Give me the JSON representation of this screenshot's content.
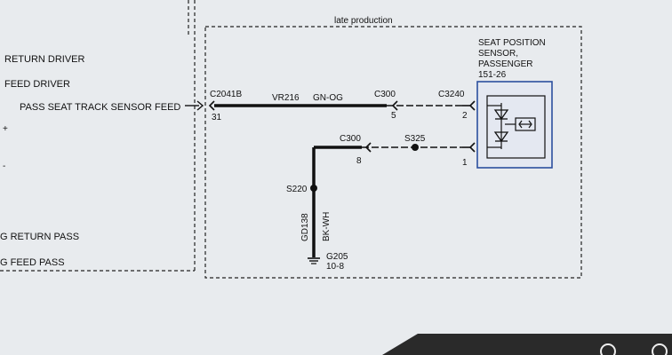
{
  "diagram": {
    "region_label": "late production",
    "left_labels": {
      "return_driver": "RETURN DRIVER",
      "feed_driver": "FEED DRIVER",
      "pass_feed": "PASS SEAT TRACK SENSOR FEED",
      "plus_mark": "+",
      "minus_mark": "-",
      "return_pass": "G RETURN PASS",
      "feed_pass": "G FEED PASS"
    },
    "component": {
      "line1": "SEAT POSITION",
      "line2": "SENSOR,",
      "line3": "PASSENGER",
      "ref": "151-26"
    },
    "wire_top": {
      "circuit": "VR216",
      "color": "GN-OG",
      "c_left": "C2041B",
      "c_left_pin": "31",
      "c_mid": "C300",
      "c_mid_pin": "5",
      "c_right": "C3240",
      "c_right_pin": "2"
    },
    "wire_bottom": {
      "c_mid": "C300",
      "c_mid_pin": "8",
      "splice": "S325",
      "c_right_pin": "1"
    },
    "ground": {
      "splice": "S220",
      "circuit": "GD138",
      "color": "BK-WH",
      "ground": "G205",
      "ref": "10-8"
    }
  }
}
